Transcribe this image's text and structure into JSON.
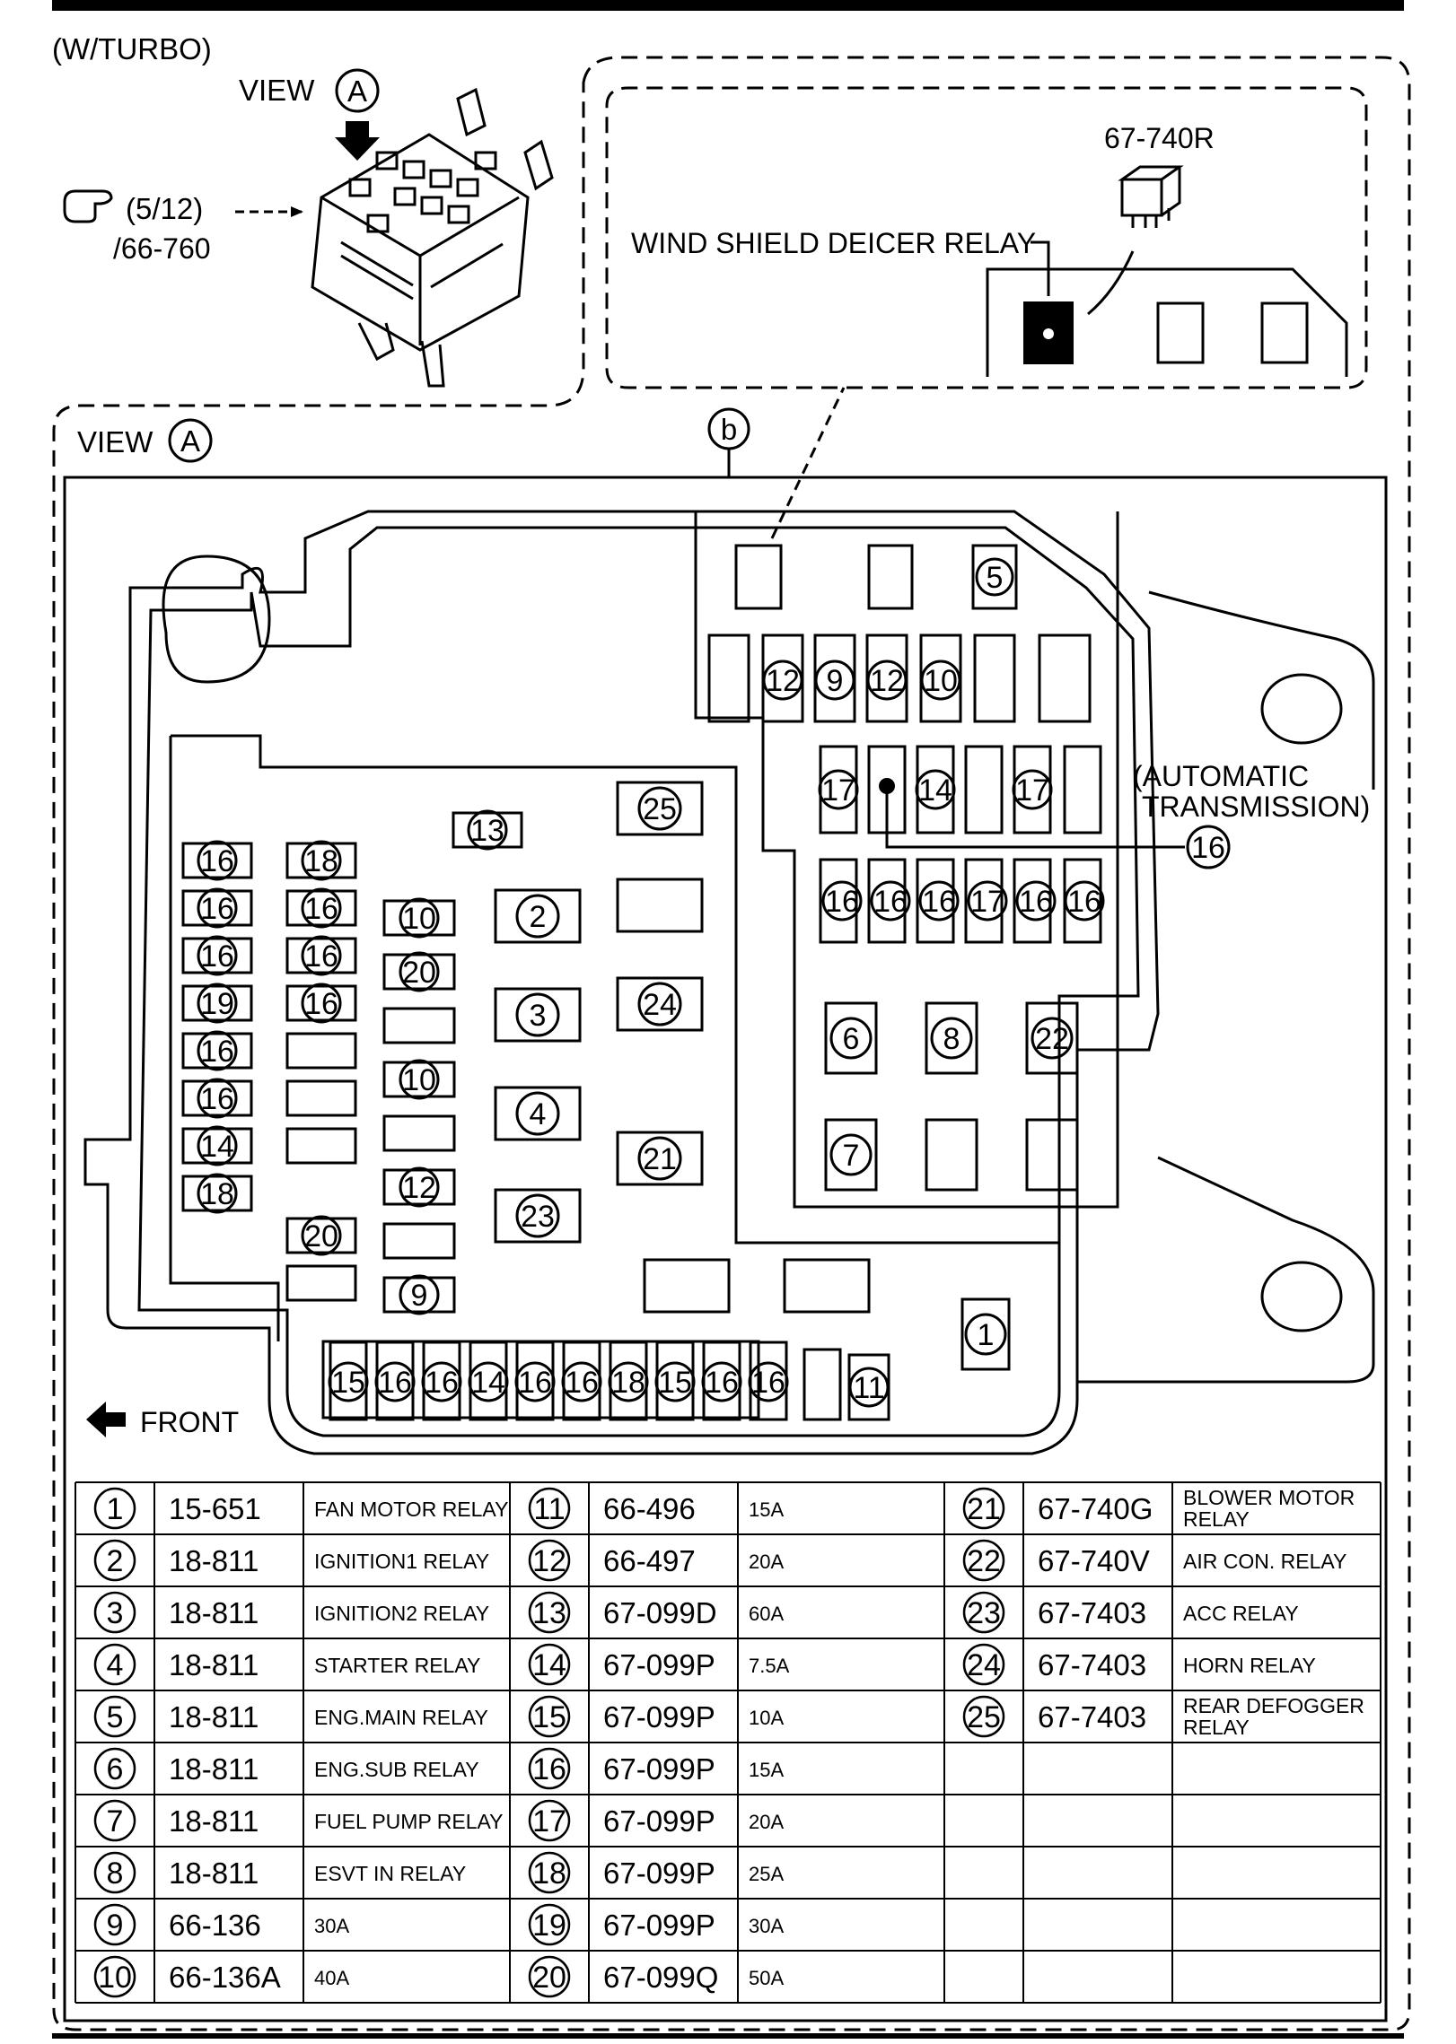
{
  "header": {
    "variant": "(W/TURBO)",
    "view_word": "VIEW",
    "view_letter": "A",
    "ref_page": "(5/12)",
    "ref_part": "/66-760"
  },
  "detail": {
    "relay_part": "67-740R",
    "relay_name": "WIND SHIELD DEICER RELAY"
  },
  "view_a": {
    "label": "VIEW",
    "letter": "A",
    "callout_b": "b",
    "automatic_line1": "(AUTOMATIC",
    "automatic_line2": "TRANSMISSION)",
    "front": "FRONT"
  },
  "slot_numbers": {
    "n1": "1",
    "n2": "2",
    "n3": "3",
    "n4": "4",
    "n5": "5",
    "n6": "6",
    "n7": "7",
    "n8": "8",
    "n9": "9",
    "n10": "10",
    "n11": "11",
    "n12": "12",
    "n13": "13",
    "n14": "14",
    "n15": "15",
    "n16": "16",
    "n17": "17",
    "n18": "18",
    "n19": "19",
    "n20": "20",
    "n21": "21",
    "n22": "22",
    "n23": "23",
    "n24": "24",
    "n25": "25"
  },
  "legend": [
    {
      "no": "1",
      "part": "15-651",
      "desc": "FAN MOTOR RELAY"
    },
    {
      "no": "2",
      "part": "18-811",
      "desc": "IGNITION1 RELAY"
    },
    {
      "no": "3",
      "part": "18-811",
      "desc": "IGNITION2 RELAY"
    },
    {
      "no": "4",
      "part": "18-811",
      "desc": "STARTER RELAY"
    },
    {
      "no": "5",
      "part": "18-811",
      "desc": "ENG.MAIN RELAY"
    },
    {
      "no": "6",
      "part": "18-811",
      "desc": "ENG.SUB RELAY"
    },
    {
      "no": "7",
      "part": "18-811",
      "desc": "FUEL PUMP RELAY"
    },
    {
      "no": "8",
      "part": "18-811",
      "desc": "ESVT IN RELAY"
    },
    {
      "no": "9",
      "part": "66-136",
      "desc": "30A"
    },
    {
      "no": "10",
      "part": "66-136A",
      "desc": "40A"
    },
    {
      "no": "11",
      "part": "66-496",
      "desc": "15A"
    },
    {
      "no": "12",
      "part": "66-497",
      "desc": "20A"
    },
    {
      "no": "13",
      "part": "67-099D",
      "desc": "60A"
    },
    {
      "no": "14",
      "part": "67-099P",
      "desc": "7.5A"
    },
    {
      "no": "15",
      "part": "67-099P",
      "desc": "10A"
    },
    {
      "no": "16",
      "part": "67-099P",
      "desc": "15A"
    },
    {
      "no": "17",
      "part": "67-099P",
      "desc": "20A"
    },
    {
      "no": "18",
      "part": "67-099P",
      "desc": "25A"
    },
    {
      "no": "19",
      "part": "67-099P",
      "desc": "30A"
    },
    {
      "no": "20",
      "part": "67-099Q",
      "desc": "50A"
    },
    {
      "no": "21",
      "part": "67-740G",
      "desc": "BLOWER MOTOR RELAY"
    },
    {
      "no": "22",
      "part": "67-740V",
      "desc": "AIR CON. RELAY"
    },
    {
      "no": "23",
      "part": "67-7403",
      "desc": "ACC RELAY"
    },
    {
      "no": "24",
      "part": "67-7403",
      "desc": "HORN RELAY"
    },
    {
      "no": "25",
      "part": "67-7403",
      "desc": "REAR DEFOGGER RELAY"
    }
  ]
}
